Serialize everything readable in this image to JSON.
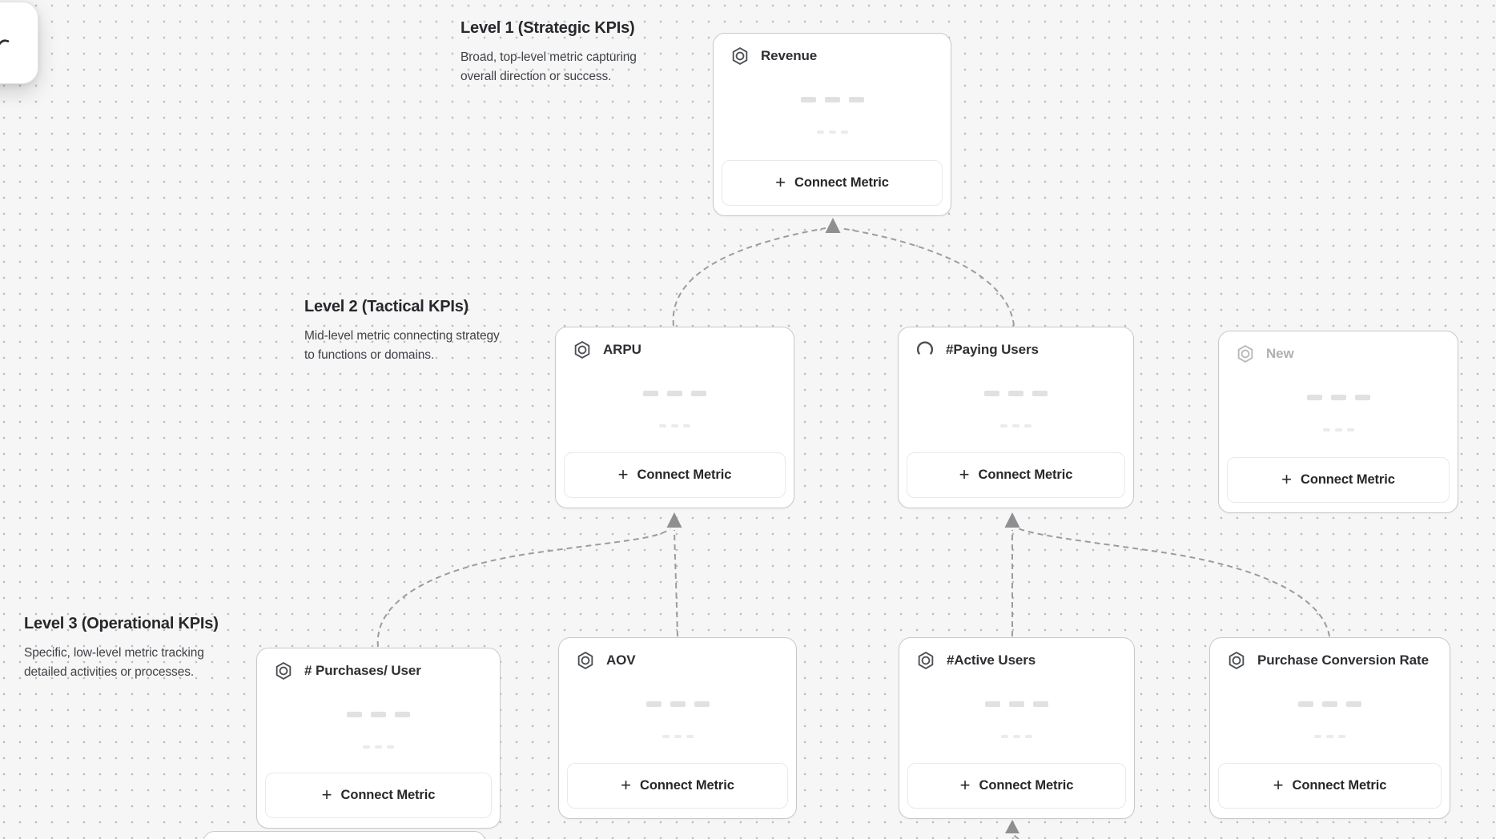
{
  "app": {
    "view": "kpi-tree-canvas"
  },
  "sections": [
    {
      "id": "level1",
      "title": "Level 1 (Strategic KPIs)",
      "description": "Broad, top-level metric capturing overall direction or success."
    },
    {
      "id": "level2",
      "title": "Level 2 (Tactical KPIs)",
      "description": "Mid-level metric connecting strategy to functions or domains."
    },
    {
      "id": "level3",
      "title": "Level 3 (Operational KPIs)",
      "description": "Specific, low-level metric tracking detailed activities or processes."
    }
  ],
  "nodes": [
    {
      "id": "revenue",
      "title": "Revenue",
      "level": 1,
      "icon": "hexagon-metric",
      "state": "default",
      "button_label": "Connect Metric"
    },
    {
      "id": "arpu",
      "title": "ARPU",
      "level": 2,
      "icon": "hexagon-metric",
      "state": "default",
      "button_label": "Connect Metric"
    },
    {
      "id": "paying-users",
      "title": "#Paying Users",
      "level": 2,
      "icon": "loading-spinner",
      "state": "loading",
      "button_label": "Connect Metric"
    },
    {
      "id": "new",
      "title": "New",
      "level": 2,
      "icon": "hexagon-metric",
      "state": "draft",
      "button_label": "Connect Metric"
    },
    {
      "id": "purchases-per-user",
      "title": "# Purchases/ User",
      "level": 3,
      "icon": "hexagon-metric",
      "state": "default",
      "button_label": "Connect Metric"
    },
    {
      "id": "aov",
      "title": "AOV",
      "level": 3,
      "icon": "hexagon-metric",
      "state": "default",
      "button_label": "Connect Metric"
    },
    {
      "id": "active-users",
      "title": "#Active Users",
      "level": 3,
      "icon": "hexagon-metric",
      "state": "default",
      "button_label": "Connect Metric"
    },
    {
      "id": "purchase-conversion-rate",
      "title": "Purchase Conversion Rate",
      "level": 3,
      "icon": "hexagon-metric",
      "state": "default",
      "button_label": "Connect Metric"
    }
  ],
  "connectors": [
    {
      "from": "arpu",
      "to": "revenue"
    },
    {
      "from": "paying-users",
      "to": "revenue"
    },
    {
      "from": "purchases-per-user",
      "to": "arpu"
    },
    {
      "from": "aov",
      "to": "arpu"
    },
    {
      "from": "active-users",
      "to": "paying-users"
    },
    {
      "from": "purchase-conversion-rate",
      "to": "paying-users"
    },
    {
      "from": "offscreen-below",
      "to": "active-users"
    }
  ],
  "colors": {
    "canvas_background": "#f6f6f7",
    "dot_grid": "#bdbdbf",
    "card_border": "#c8c9cb",
    "card_title": "#2d2f33",
    "draft_gray": "#aeb0b4",
    "connector_dash": "#9c9c9e",
    "arrowhead": "#8f8f91",
    "skeleton_bar": "#e1e1e3",
    "button_border": "#e9e9eb",
    "button_text": "#27282a"
  }
}
